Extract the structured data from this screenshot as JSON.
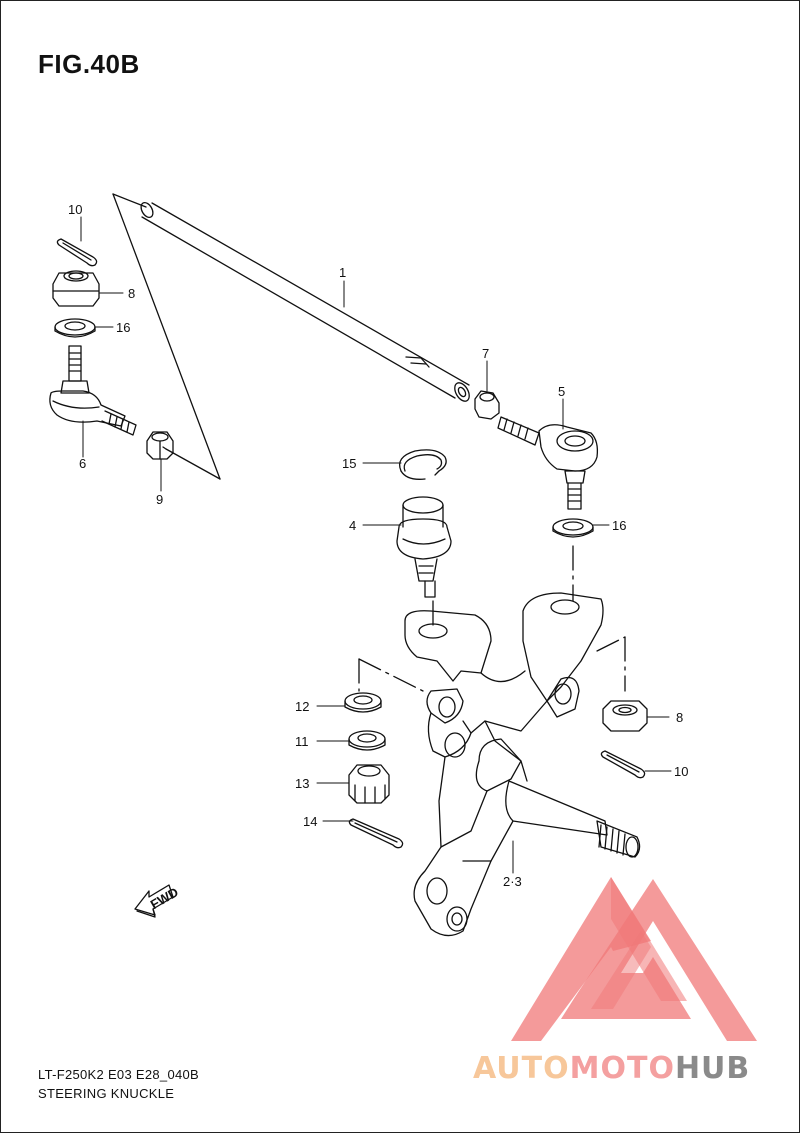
{
  "figure": {
    "title": "FIG.40B",
    "model_code": "LT-F250K2 E03 E28_040B",
    "section_name": "STEERING KNUCKLE"
  },
  "callouts": {
    "c1": "1",
    "c23": "2·3",
    "c4": "4",
    "c5": "5",
    "c6": "6",
    "c7": "7",
    "c8_left": "8",
    "c8_right": "8",
    "c9": "9",
    "c10_left": "10",
    "c10_right": "10",
    "c11": "11",
    "c12": "12",
    "c13": "13",
    "c14": "14",
    "c15": "15",
    "c16_left": "16",
    "c16_right": "16"
  },
  "fwd_label": "FWD",
  "watermark": {
    "auto": "AUTO",
    "moto": "MOTO",
    "hub": "HUB",
    "colors": {
      "auto": "#f7c79a",
      "moto": "#f4a0a0",
      "hub": "#8a8a8a",
      "logo": "#f07878"
    }
  }
}
